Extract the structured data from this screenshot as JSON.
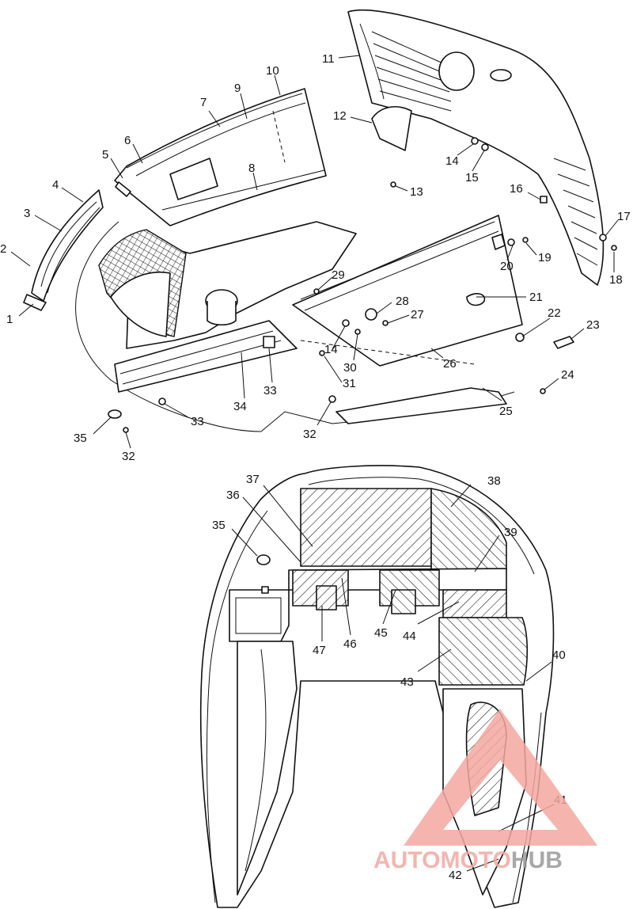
{
  "diagram": {
    "callouts": [
      {
        "id": "c1",
        "label": "1"
      },
      {
        "id": "c2",
        "label": "2"
      },
      {
        "id": "c3",
        "label": "3"
      },
      {
        "id": "c4",
        "label": "4"
      },
      {
        "id": "c5",
        "label": "5"
      },
      {
        "id": "c6",
        "label": "6"
      },
      {
        "id": "c7",
        "label": "7"
      },
      {
        "id": "c8",
        "label": "8"
      },
      {
        "id": "c9",
        "label": "9"
      },
      {
        "id": "c10",
        "label": "10"
      },
      {
        "id": "c11",
        "label": "11"
      },
      {
        "id": "c12",
        "label": "12"
      },
      {
        "id": "c13",
        "label": "13"
      },
      {
        "id": "c14a",
        "label": "14"
      },
      {
        "id": "c14b",
        "label": "14"
      },
      {
        "id": "c15",
        "label": "15"
      },
      {
        "id": "c16",
        "label": "16"
      },
      {
        "id": "c17",
        "label": "17"
      },
      {
        "id": "c18",
        "label": "18"
      },
      {
        "id": "c19",
        "label": "19"
      },
      {
        "id": "c20",
        "label": "20"
      },
      {
        "id": "c21",
        "label": "21"
      },
      {
        "id": "c22",
        "label": "22"
      },
      {
        "id": "c23",
        "label": "23"
      },
      {
        "id": "c24",
        "label": "24"
      },
      {
        "id": "c25",
        "label": "25"
      },
      {
        "id": "c26",
        "label": "26"
      },
      {
        "id": "c27",
        "label": "27"
      },
      {
        "id": "c28",
        "label": "28"
      },
      {
        "id": "c29",
        "label": "29"
      },
      {
        "id": "c30",
        "label": "30"
      },
      {
        "id": "c31",
        "label": "31"
      },
      {
        "id": "c32a",
        "label": "32"
      },
      {
        "id": "c32b",
        "label": "32"
      },
      {
        "id": "c33a",
        "label": "33"
      },
      {
        "id": "c33b",
        "label": "33"
      },
      {
        "id": "c34",
        "label": "34"
      },
      {
        "id": "c35a",
        "label": "35"
      },
      {
        "id": "c35b",
        "label": "35"
      },
      {
        "id": "c36",
        "label": "36"
      },
      {
        "id": "c37",
        "label": "37"
      },
      {
        "id": "c38",
        "label": "38"
      },
      {
        "id": "c39",
        "label": "39"
      },
      {
        "id": "c40",
        "label": "40"
      },
      {
        "id": "c41",
        "label": "41"
      },
      {
        "id": "c42",
        "label": "42"
      },
      {
        "id": "c43",
        "label": "43"
      },
      {
        "id": "c44",
        "label": "44"
      },
      {
        "id": "c45",
        "label": "45"
      },
      {
        "id": "c46",
        "label": "46"
      },
      {
        "id": "c47",
        "label": "47"
      }
    ]
  },
  "watermark": {
    "part1": "AUTOMOTO",
    "part2": "HUB",
    "color_primary": "#f4a7a0",
    "color_secondary": "#9a9a9a"
  }
}
